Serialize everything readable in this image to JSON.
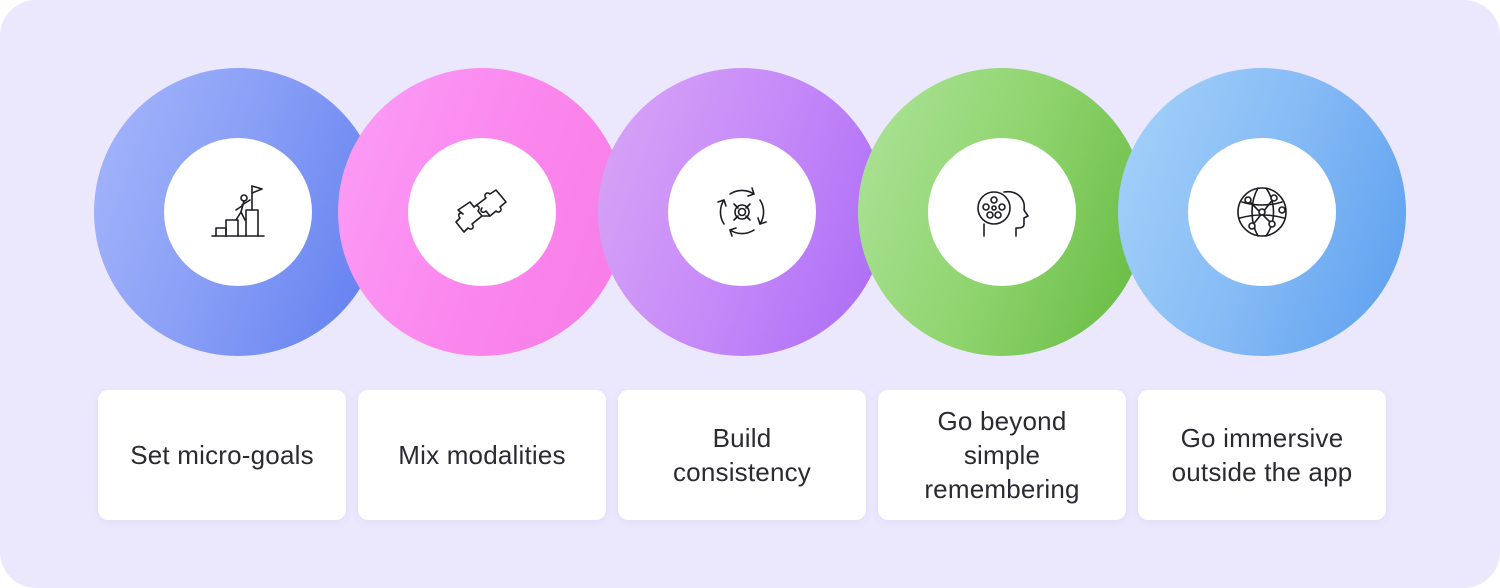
{
  "steps": [
    {
      "label": "Set micro-goals",
      "icon": "climber-flag-icon",
      "color": "#7f95f3"
    },
    {
      "label": "Mix modalities",
      "icon": "puzzle-pieces-icon",
      "color": "#fb88ee"
    },
    {
      "label": "Build\nconsistency",
      "icon": "cycle-arrows-icon",
      "color": "#c68af8"
    },
    {
      "label": "Go beyond\nsimple\nremembering",
      "icon": "head-brain-icon",
      "color": "#8fd46e"
    },
    {
      "label": "Go immersive\noutside the app",
      "icon": "globe-network-icon",
      "color": "#86bbf5"
    }
  ]
}
